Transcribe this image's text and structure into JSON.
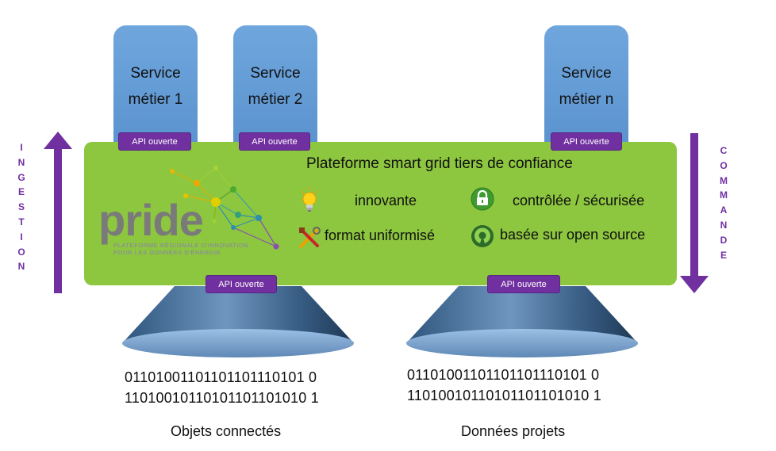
{
  "services": [
    {
      "line1": "Service",
      "line2": "métier 1"
    },
    {
      "line1": "Service",
      "line2": "métier 2"
    },
    {
      "line1": "Service",
      "line2": "métier n"
    }
  ],
  "api_label": "API ouverte",
  "platform": {
    "title": "Plateforme smart grid tiers de confiance",
    "features": {
      "innovante": "innovante",
      "controlee": "contrôlée / sécurisée",
      "format": "format uniformisé",
      "open_source": "basée sur open source"
    }
  },
  "logo": {
    "word": "pride",
    "subtitle_line1": "PLATEFORME RÉGIONALE D'INNOVATION",
    "subtitle_line2": "POUR LES DONNÉES D'ÉNERGIE"
  },
  "left_arrow_label": [
    "I",
    "N",
    "G",
    "E",
    "S",
    "T",
    "I",
    "O",
    "N"
  ],
  "right_arrow_label": [
    "C",
    "O",
    "M",
    "M",
    "A",
    "N",
    "D",
    "E"
  ],
  "sources": [
    {
      "binary1": "01101001101101101110101 0",
      "binary2": "11010010110101101101010 1",
      "caption": "Objets connectés"
    },
    {
      "binary1": "01101001101101101110101 0",
      "binary2": "11010010110101101101010 1",
      "caption": "Données projets"
    }
  ],
  "colors": {
    "service": "#5b93cf",
    "platform": "#8dc63f",
    "api": "#7030a0",
    "arrow": "#7030a0",
    "funnel": "#2b4a6b"
  },
  "icons": [
    "lightbulb-icon",
    "padlock-icon",
    "tools-icon",
    "open-source-icon"
  ]
}
